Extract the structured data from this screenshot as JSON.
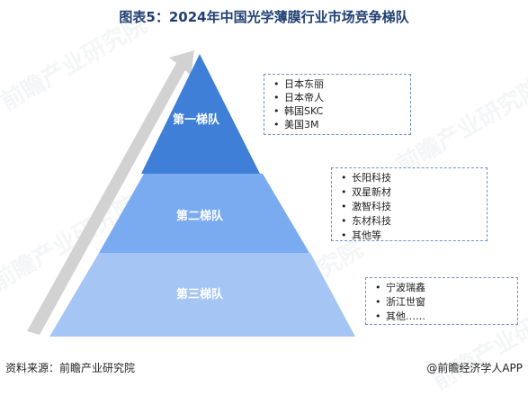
{
  "title": "图表5：2024年中国光学薄膜行业市场竞争梯队",
  "tiers": [
    {
      "label": "第一梯队",
      "companies": [
        "日本东丽",
        "日本帝人",
        "韩国SKC",
        "美国3M"
      ]
    },
    {
      "label": "第二梯队",
      "companies": [
        "长阳科技",
        "双星新材",
        "激智科技",
        "东材科技",
        "其他等"
      ]
    },
    {
      "label": "第三梯队",
      "companies": [
        "宁波瑞鑫",
        "浙江世窗",
        "其他……"
      ]
    }
  ],
  "colors": {
    "tier1": "#3f7fd8",
    "tier2": "#7aaaf0",
    "tier3": "#a5c6f5",
    "arrow": "#cfcfcf",
    "box_border": "#6f8fc8"
  },
  "watermark_text": "前瞻产业研究院",
  "footer": {
    "source": "资料来源：前瞻产业研究院",
    "brand": "@前瞻经济学人APP"
  }
}
